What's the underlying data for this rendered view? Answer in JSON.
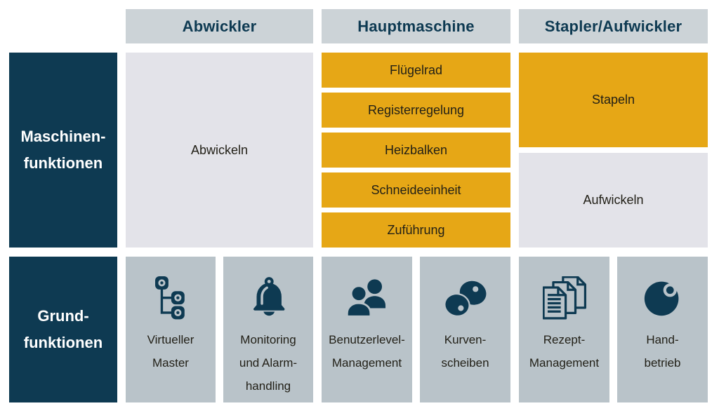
{
  "colors": {
    "navy": "#0e3a52",
    "yellow": "#e6a716",
    "header_bg": "#ccd3d7",
    "light_cell_bg": "#e3e3e9",
    "basic_cell_bg": "#b9c3c9",
    "text_dark": "#211f16",
    "text_white": "#ffffff"
  },
  "columns": [
    {
      "label": "Abwickler"
    },
    {
      "label": "Hauptmaschine"
    },
    {
      "label": "Stapler/Aufwickler"
    }
  ],
  "rows": [
    {
      "label_line1": "Maschinen-",
      "label_line2": "funktionen"
    },
    {
      "label_line1": "Grund-",
      "label_line2": "funktionen"
    }
  ],
  "machine_functions": {
    "abwickler": [
      {
        "label": "Abwickeln",
        "highlight": false
      }
    ],
    "hauptmaschine": [
      {
        "label": "Flügelrad",
        "highlight": true
      },
      {
        "label": "Registerregelung",
        "highlight": true
      },
      {
        "label": "Heizbalken",
        "highlight": true
      },
      {
        "label": "Schneideeinheit",
        "highlight": true
      },
      {
        "label": "Zuführung",
        "highlight": true
      }
    ],
    "stapler": [
      {
        "label": "Stapeln",
        "highlight": true
      },
      {
        "label": "Aufwickeln",
        "highlight": false
      }
    ]
  },
  "basic_functions": [
    {
      "icon": "virtual-master-icon",
      "lines": [
        "Virtueller",
        "Master"
      ]
    },
    {
      "icon": "alarm-bell-icon",
      "lines": [
        "Monitoring",
        "und Alarm-",
        "handling"
      ]
    },
    {
      "icon": "user-level-icon",
      "lines": [
        "Benutzerlevel-",
        "Management"
      ]
    },
    {
      "icon": "cam-disc-icon",
      "lines": [
        "Kurven-",
        "scheiben"
      ]
    },
    {
      "icon": "recipe-documents-icon",
      "lines": [
        "Rezept-",
        "Management"
      ]
    },
    {
      "icon": "handwheel-icon",
      "lines": [
        "Hand-",
        "betrieb"
      ]
    }
  ]
}
